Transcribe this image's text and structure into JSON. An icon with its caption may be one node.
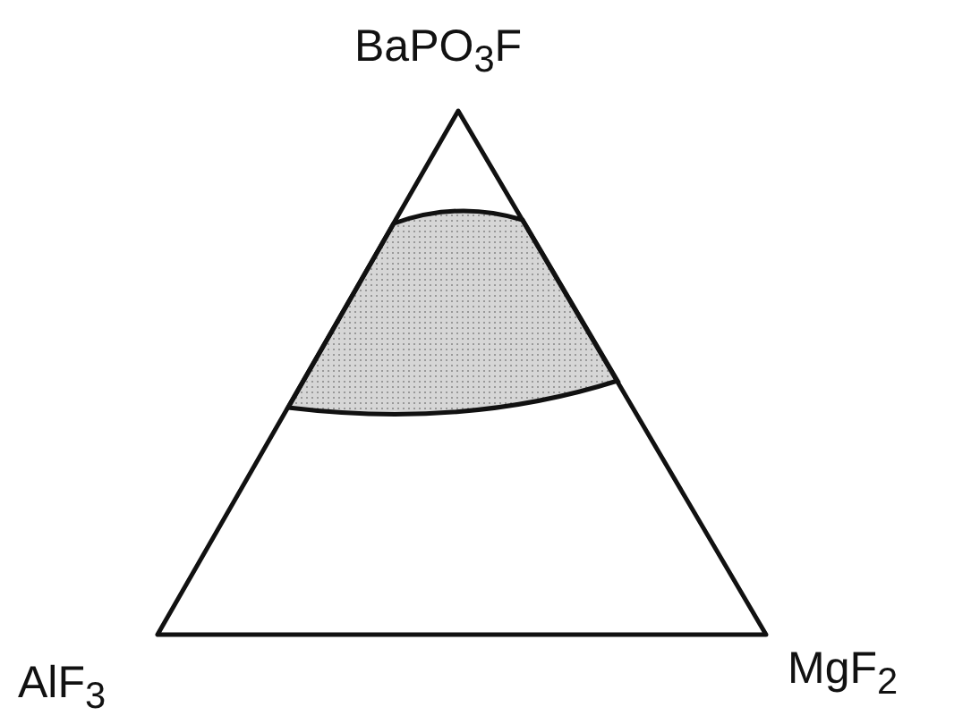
{
  "diagram": {
    "labels": [
      "BaPO$_{3}$F",
      "AlF$_{3}$",
      "MgF$_{2}$"
    ]
  }
}
